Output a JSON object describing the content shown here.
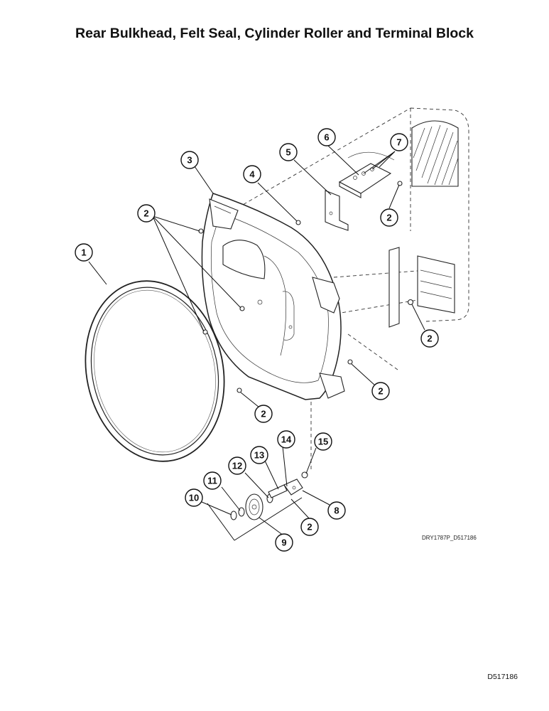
{
  "title": "Rear Bulkhead, Felt Seal, Cylinder Roller and Terminal Block",
  "drawing_code": "DRY1787P_D517186",
  "document_code": "D517186",
  "callouts": [
    {
      "id": "c1",
      "label": "1"
    },
    {
      "id": "c2a",
      "label": "2"
    },
    {
      "id": "c2b",
      "label": "2"
    },
    {
      "id": "c2c",
      "label": "2"
    },
    {
      "id": "c2d",
      "label": "2"
    },
    {
      "id": "c2e",
      "label": "2"
    },
    {
      "id": "c2f",
      "label": "2"
    },
    {
      "id": "c2g",
      "label": "2"
    },
    {
      "id": "c3",
      "label": "3"
    },
    {
      "id": "c4",
      "label": "4"
    },
    {
      "id": "c5",
      "label": "5"
    },
    {
      "id": "c6",
      "label": "6"
    },
    {
      "id": "c7",
      "label": "7"
    },
    {
      "id": "c8",
      "label": "8"
    },
    {
      "id": "c9",
      "label": "9"
    },
    {
      "id": "c10",
      "label": "10"
    },
    {
      "id": "c11",
      "label": "11"
    },
    {
      "id": "c12",
      "label": "12"
    },
    {
      "id": "c13",
      "label": "13"
    },
    {
      "id": "c14",
      "label": "14"
    },
    {
      "id": "c15",
      "label": "15"
    }
  ]
}
